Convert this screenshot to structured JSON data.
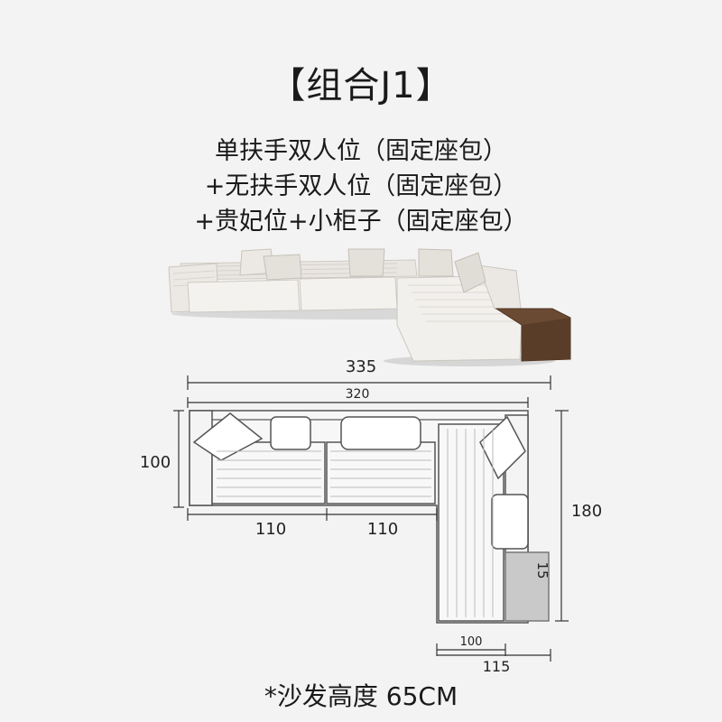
{
  "title": "【组合J1】",
  "description": [
    "单扶手双人位（固定座包）",
    "+无扶手双人位（固定座包）",
    "+贵妃位+小柜子（固定座包）"
  ],
  "dimensions": {
    "overall_width": "335",
    "sofa_width": "320",
    "depth_left": "100",
    "seat_1": "110",
    "seat_2": "110",
    "chaise_length": "180",
    "cabinet_width": "15",
    "chaise_width": "100",
    "chaise_with_cabinet": "115"
  },
  "footer": "*沙发高度 65CM",
  "colors": {
    "background": "#f3f3f3",
    "sofa_fabric": "#f1efec",
    "cabinet_wood": "#6b4a33",
    "plan_cabinet": "#c9c9c9"
  }
}
